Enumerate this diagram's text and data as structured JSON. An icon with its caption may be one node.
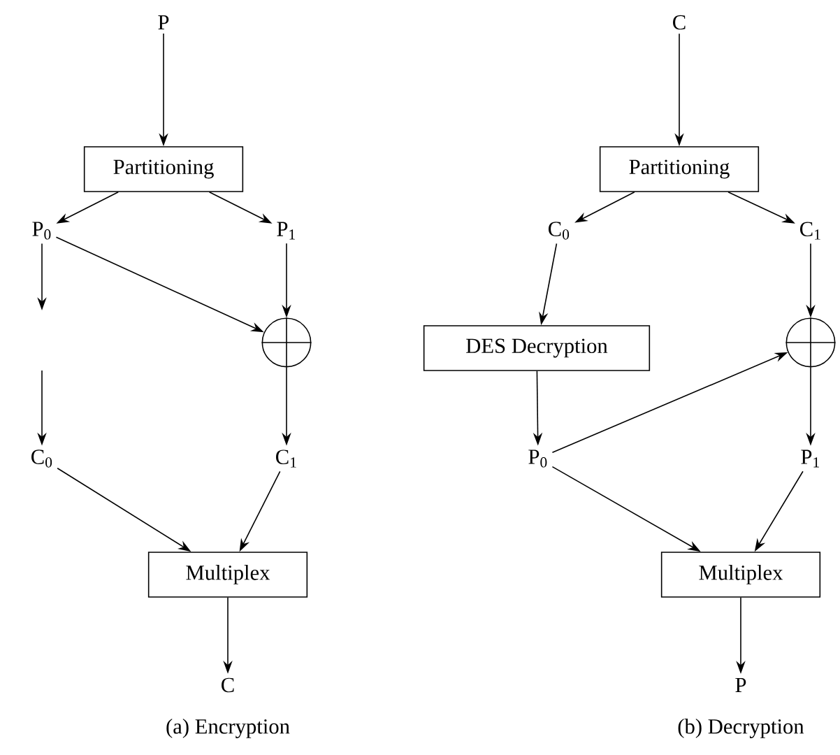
{
  "diagram": {
    "nodes": [
      {
        "text": [
          "P"
        ]
      },
      {
        "text": [
          "Partitioning"
        ]
      },
      {
        "text": [
          "P$_{0}$"
        ]
      },
      {
        "text": [
          "P$_{1}$"
        ]
      },
      {
        "text": [],
        "shape": "circle"
      },
      {
        "text": [
          "C$_{0}$"
        ]
      },
      {
        "text": [
          "C$_{1}$"
        ]
      },
      {
        "text": [
          "Multiplex"
        ]
      },
      {
        "text": [
          "C"
        ]
      },
      {
        "text": [
          "C"
        ]
      },
      {
        "text": [
          "Partitioning"
        ]
      },
      {
        "text": [
          "C$_{0}$"
        ]
      },
      {
        "text": [
          "C$_{1}$"
        ]
      },
      {
        "text": [
          "DES Decryption"
        ]
      },
      {
        "text": [],
        "shape": "circle"
      },
      {
        "text": [
          "P$_{0}$"
        ]
      },
      {
        "text": [
          "P$_{1}$"
        ]
      },
      {
        "text": [
          "Multiplex"
        ]
      },
      {
        "text": [
          "P"
        ]
      }
    ],
    "edges": [
      {
        "from": 0,
        "to": 1,
        "arrow": "to"
      },
      {
        "from": 1,
        "to": 2,
        "arrow": "to"
      },
      {
        "from": 1,
        "to": 3,
        "arrow": "to"
      },
      {
        "from": 2,
        "to": null,
        "arrow": "to"
      },
      {
        "from": null,
        "to": 5,
        "arrow": "to"
      },
      {
        "from": 2,
        "to": 4,
        "arrow": "to"
      },
      {
        "from": 3,
        "to": 4,
        "arrow": "to"
      },
      {
        "from": 4,
        "to": 6,
        "arrow": "to"
      },
      {
        "from": 5,
        "to": 7,
        "arrow": "to"
      },
      {
        "from": 6,
        "to": 7,
        "arrow": "to"
      },
      {
        "from": 7,
        "to": 8,
        "arrow": "to"
      },
      {
        "from": 9,
        "to": 10,
        "arrow": "to"
      },
      {
        "from": 10,
        "to": 11,
        "arrow": "to"
      },
      {
        "from": 10,
        "to": 12,
        "arrow": "to"
      },
      {
        "from": 11,
        "to": 13,
        "arrow": "to"
      },
      {
        "from": 13,
        "to": 15,
        "arrow": "to"
      },
      {
        "from": 12,
        "to": 14,
        "arrow": "to"
      },
      {
        "from": 15,
        "to": 14,
        "arrow": "to"
      },
      {
        "from": 14,
        "to": 16,
        "arrow": "to"
      },
      {
        "from": 15,
        "to": 17,
        "arrow": "to"
      },
      {
        "from": 16,
        "to": 17,
        "arrow": "to"
      },
      {
        "from": 17,
        "to": 18,
        "arrow": "to"
      }
    ],
    "labels": [
      "(a) Encryption",
      "(b) Decryption"
    ]
  }
}
